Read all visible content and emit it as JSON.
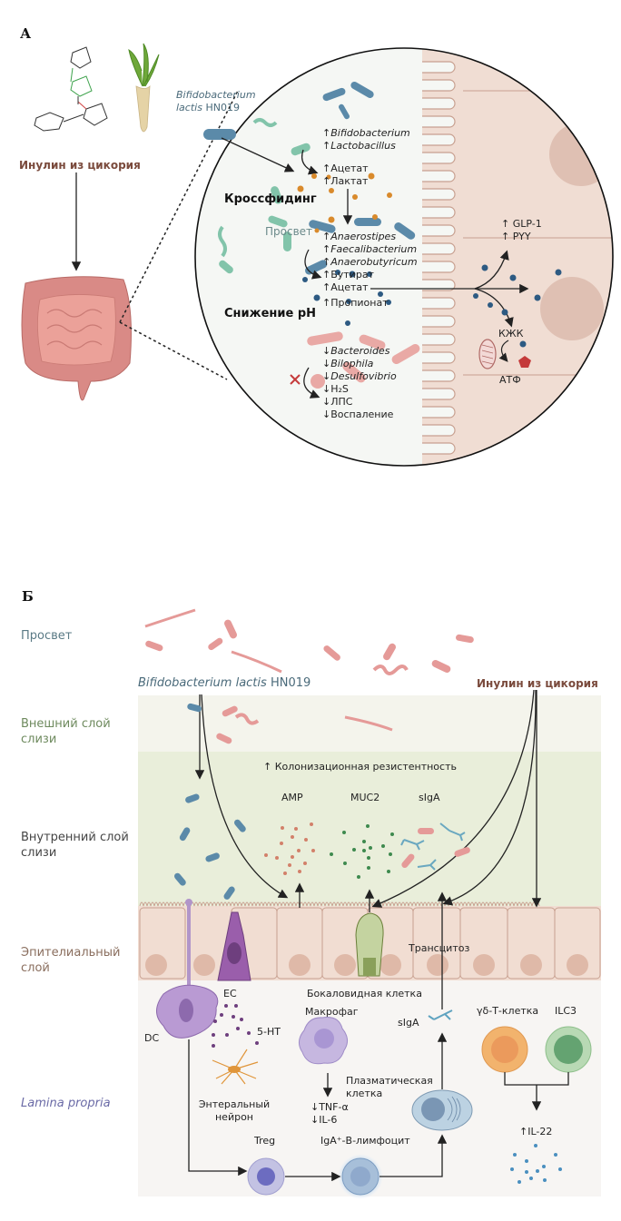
{
  "panel_a": {
    "letter": "А",
    "inulin_label": "Инулин из цикория",
    "probiotic_name_italic": "Bifidobacterium",
    "probiotic_name_line2_italic": "lactis",
    "probiotic_strain": "HN019",
    "crossfeeding_label": "Кроссфидинг",
    "lumen_label": "Просвет",
    "ph_label": "Снижение pH",
    "group1": [
      {
        "arrow": "↑",
        "text": "Bifidobacterium",
        "italic": true
      },
      {
        "arrow": "↑",
        "text": "Lactobacillus",
        "italic": true
      }
    ],
    "group2": [
      {
        "arrow": "↑",
        "text": "Ацетат",
        "italic": false
      },
      {
        "arrow": "↑",
        "text": "Лактат",
        "italic": false
      }
    ],
    "group3": [
      {
        "arrow": "↑",
        "text": "Anaerostipes",
        "italic": true
      },
      {
        "arrow": "↑",
        "text": "Faecalibacterium",
        "italic": true
      },
      {
        "arrow": "↑",
        "text": "Anaerobutyricum",
        "italic": true
      },
      {
        "arrow": "↑",
        "text": "Бутират",
        "italic": false
      },
      {
        "arrow": "↑",
        "text": "Ацетат",
        "italic": false
      },
      {
        "arrow": "↑",
        "text": "Пропионат",
        "italic": false
      }
    ],
    "group4": [
      {
        "arrow": "↓",
        "text": "Bacteroides",
        "italic": true
      },
      {
        "arrow": "↓",
        "text": "Bilophila",
        "italic": true
      },
      {
        "arrow": "↓",
        "text": "Desulfovibrio",
        "italic": true
      },
      {
        "arrow": "↓",
        "text": "H₂S",
        "italic": false
      },
      {
        "arrow": "↓",
        "text": "ЛПС",
        "italic": false
      },
      {
        "arrow": "↓",
        "text": "Воспаление",
        "italic": false
      }
    ],
    "hormones": [
      "↑ GLP-1",
      "↑ PYY"
    ],
    "scfa_label": "КЖК",
    "atp_label": "АТФ"
  },
  "panel_b": {
    "letter": "Б",
    "layers": {
      "lumen": "Просвет",
      "outer_mucus": "Внешний слой слизи",
      "inner_mucus": "Внутренний слой слизи",
      "epithelium": "Эпителиальный слой",
      "lamina": "Lamina propria"
    },
    "probiotic_italic": "Bifidobacterium lactis",
    "probiotic_strain": "HN019",
    "inulin_label": "Инулин из цикория",
    "colonization": "↑ Колонизационная резистентность",
    "amp": "AMP",
    "muc2": "MUC2",
    "siga_top": "sIgA",
    "transcytosis": "Трансцитоз",
    "ec": "EC",
    "goblet": "Бокаловидная клетка",
    "macrophage": "Макрофаг",
    "siga": "sIgA",
    "dc": "DC",
    "serotonin": "5-HT",
    "neuron": "Энтеральный нейрон",
    "plasma": "Плазматическая клетка",
    "tnf": "↓TNF-α",
    "il6": "↓IL-6",
    "treg": "Treg",
    "bcell": "IgA⁺-В-лимфоцит",
    "gdt": "γδ-Т-клетка",
    "ilc3": "ILC3",
    "il22": "↑IL-22"
  },
  "colors": {
    "inulin_brown": "#7a4a3c",
    "probiotic_blue": "#4f7f9f",
    "pathogen_pink": "#e59a98",
    "commensal_green": "#7fc2a8",
    "acetate_orange": "#d98a2b",
    "butyrate_navy": "#2d5a82",
    "epithelium_tan": "#f1ddd2",
    "outer_mucus": "#f4f4ec",
    "inner_mucus": "#e9eeda",
    "lamina": "#f7f5f3"
  }
}
